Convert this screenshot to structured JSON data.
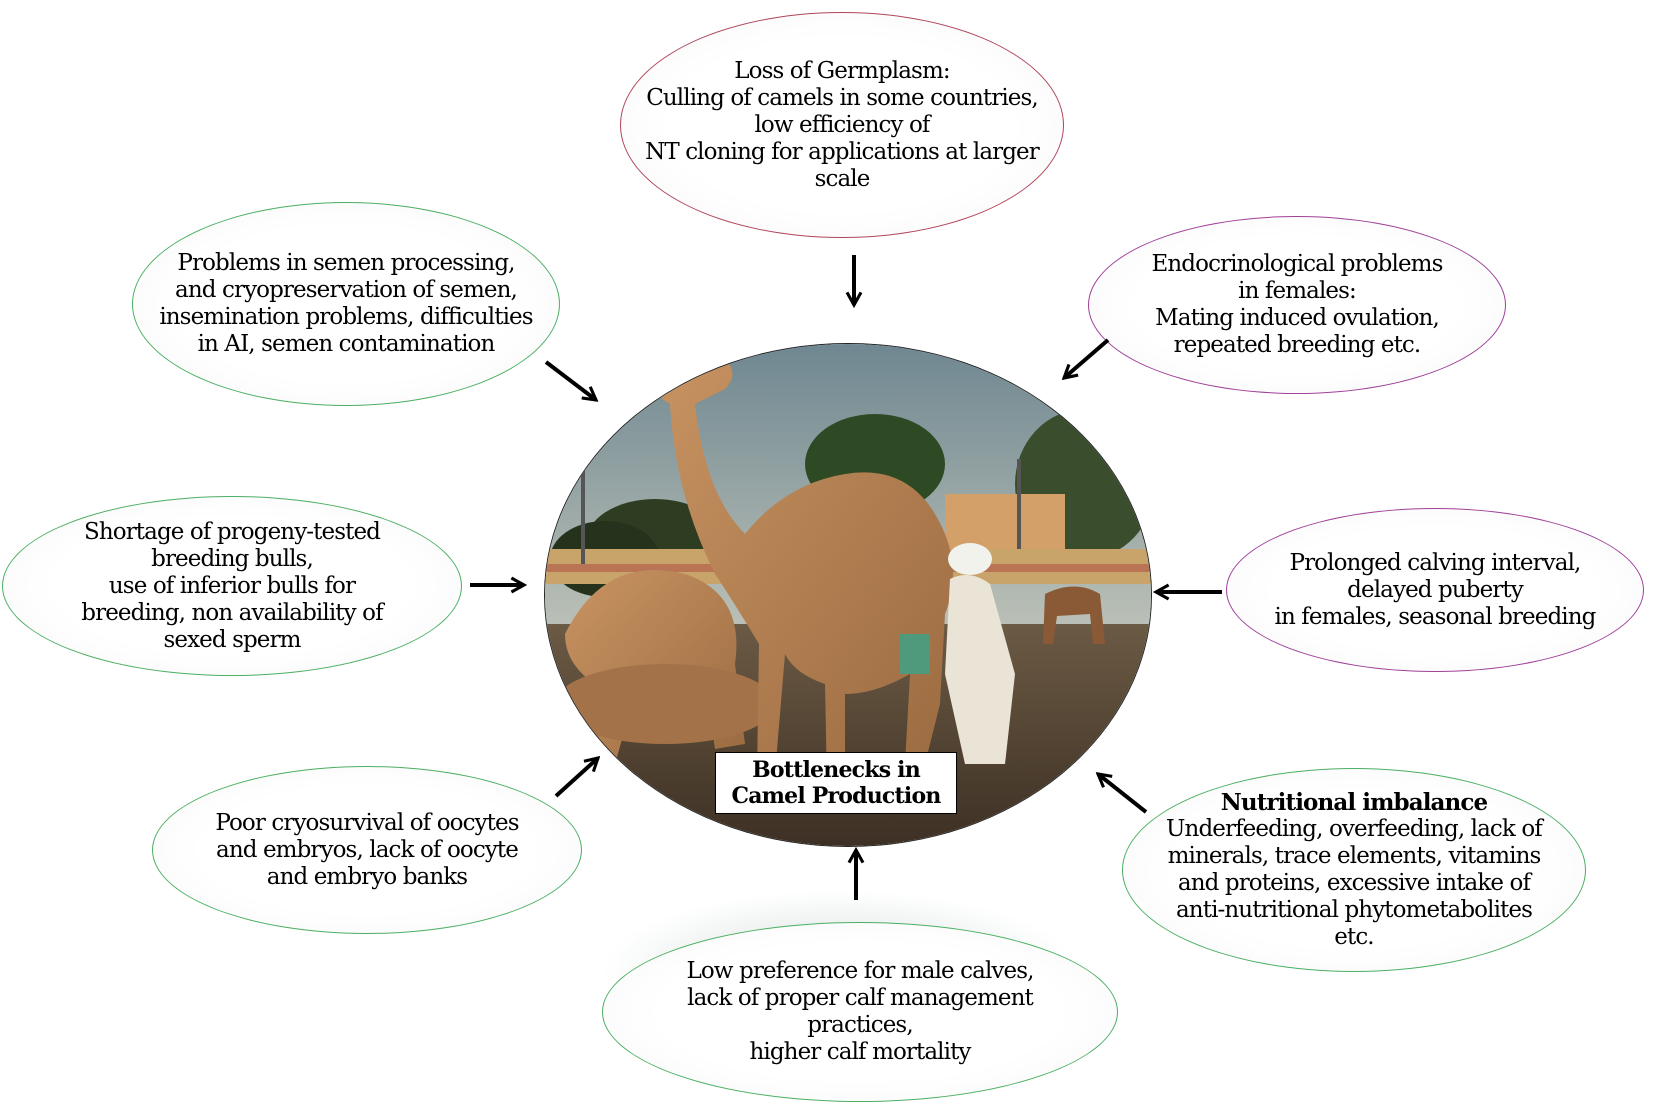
{
  "center": {
    "label_lines": [
      "Bottlenecks in",
      "Camel Production"
    ]
  },
  "nodes": {
    "top": {
      "lines": [
        "Loss of Germplasm:",
        "Culling of  camels in some countries,",
        "low efficiency of",
        "NT cloning for applications at larger",
        "scale"
      ],
      "border_color": "#b0475a"
    },
    "top_left": {
      "lines": [
        "Problems in semen processing,",
        "and cryopreservation of semen,",
        "insemination problems, difficulties",
        "in AI, semen contamination"
      ],
      "border_color": "#4caf62"
    },
    "top_right": {
      "lines": [
        "Endocrinological problems",
        "in females:",
        "Mating induced ovulation,",
        "repeated breeding etc."
      ],
      "border_color": "#a0409a"
    },
    "mid_left": {
      "lines": [
        "Shortage of progeny-tested",
        "breeding bulls,",
        "use of inferior bulls for",
        "breeding, non availability of",
        "sexed sperm"
      ],
      "border_color": "#4caf62"
    },
    "mid_right": {
      "lines": [
        "Prolonged calving interval,",
        "delayed puberty",
        "in females, seasonal breeding"
      ],
      "border_color": "#a0409a"
    },
    "bottom_left": {
      "lines": [
        "Poor cryosurvival of oocytes",
        "and embryos, lack of oocyte",
        "and embryo banks"
      ],
      "border_color": "#4caf62"
    },
    "bottom_right": {
      "heading": "Nutritional imbalance",
      "lines": [
        "Underfeeding, overfeeding, lack of",
        "minerals,  trace elements, vitamins",
        "and proteins, excessive intake of",
        "anti-nutritional phytometabolites",
        "etc."
      ],
      "border_color": "#4caf62"
    },
    "bottom": {
      "lines": [
        "Low preference for male calves,",
        "lack of proper calf management",
        "practices,",
        "higher calf mortality"
      ],
      "border_color": "#4caf62"
    }
  }
}
